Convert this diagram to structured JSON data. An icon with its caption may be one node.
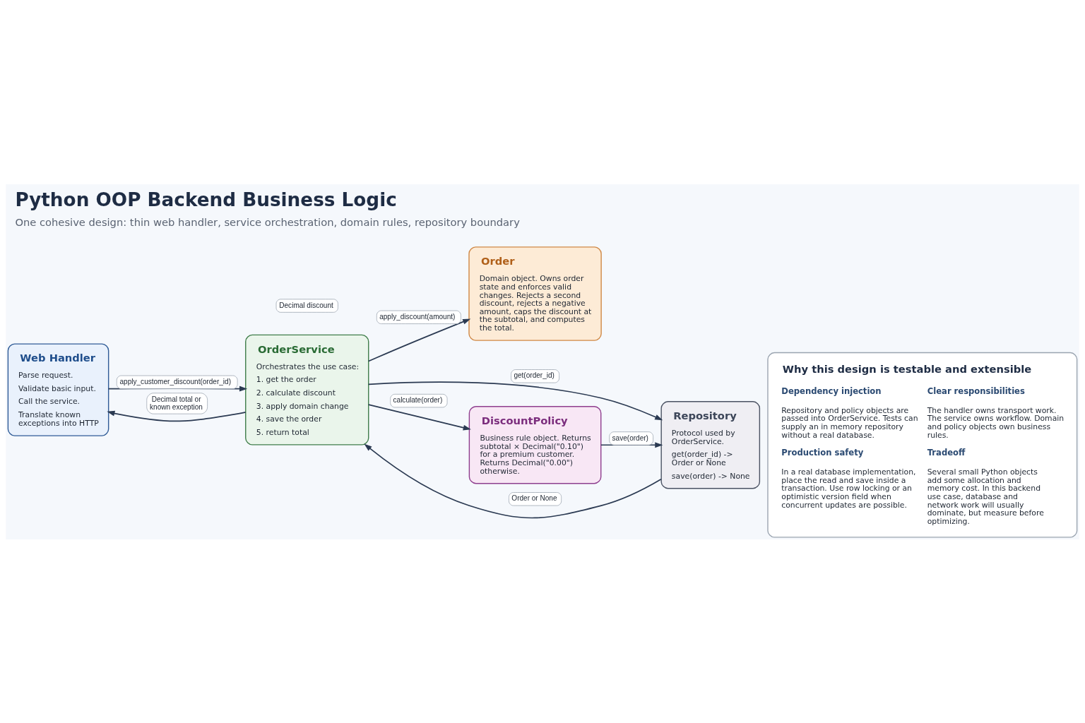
{
  "diagram": {
    "title": "Python OOP Backend Business Logic",
    "caption": "One cohesive design: thin web handler, service orchestration, domain rules, repository boundary",
    "nodes": [
      {
        "text": [
          "Web Handler",
          "Parse request.",
          "Validate basic input.",
          "Call the service.",
          "Translate known exceptions into HTTP"
        ]
      },
      {
        "text": [
          "OrderService",
          "Orchestrates the use case:",
          "1. get the order",
          "2. calculate discount",
          "3. apply domain change",
          "4. save the order",
          "5. return total"
        ]
      },
      {
        "text": [
          "Order",
          "Domain object. Owns order state and enforces valid changes. Rejects a second discount, rejects a negative amount, caps the discount at the subtotal, and computes the total."
        ]
      },
      {
        "text": [
          "Repository",
          "Protocol used by OrderService.",
          "get(order_id) -> Order or None",
          "save(order) -> None"
        ]
      },
      {
        "text": [
          "DiscountPolicy",
          "Business rule object. Returns subtotal × Decimal(\"0.10\") for a premium customer. Returns Decimal(\"0.00\") otherwise."
        ]
      },
      {
        "text": [
          "Why this design is testable and extensible",
          "Dependency injection",
          "Repository and policy objects are passed into OrderService. Tests can supply an in memory repository without a real database.",
          "Clear responsibilities",
          "The handler owns transport work. The service owns workflow. Domain and policy objects own business rules.",
          "Production safety",
          "In a real database implementation, place the read and save inside a transaction. Use row locking or an optimistic version field when concurrent updates are possible.",
          "Tradeoff",
          "Several small Python objects add some allocation and memory cost. In this backend use case, database and network work will usually dominate, but measure before optimizing."
        ]
      }
    ],
    "edges": [
      {
        "from": 0,
        "to": 1,
        "arrow": "to",
        "label": "apply_customer_discount(order_id)"
      },
      {
        "from": 1,
        "to": 0,
        "arrow": "to",
        "label": "Decimal total or known exception"
      },
      {
        "from": 1,
        "to": 2,
        "arrow": "to",
        "label": "apply_discount(amount)"
      },
      {
        "from": 1,
        "to": 3,
        "arrow": "to",
        "label": "get(order_id)"
      },
      {
        "from": 3,
        "to": 1,
        "arrow": "to",
        "label": "Order or None"
      },
      {
        "from": 4,
        "to": 3,
        "arrow": "to",
        "label": "save(order)"
      },
      {
        "from": 1,
        "to": 4,
        "arrow": "to",
        "label": "calculate(order)"
      }
    ],
    "labels": [
      "Decimal discount"
    ]
  }
}
